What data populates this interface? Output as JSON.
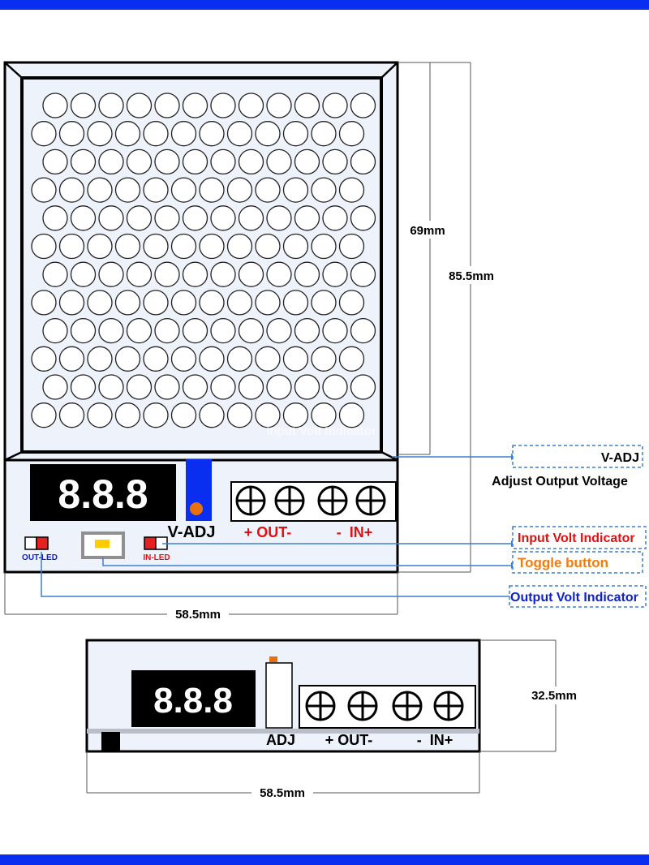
{
  "seven_segment_text": "8.8.8",
  "front_view": {
    "pot_label": "V-ADJ",
    "out_terminal_label": "+ OUT-",
    "in_terminal_label": "-  IN+",
    "out_led_label": "OUT-LED",
    "in_led_label": "IN-LED",
    "watermark": "Input Volt Indicator",
    "grille": {
      "rows": 12,
      "cols": 12
    }
  },
  "side_view": {
    "pot_label": "ADJ",
    "out_terminal_label": "+ OUT-",
    "in_terminal_label": "-  IN+"
  },
  "dimensions": {
    "front_inner_height": "69mm",
    "front_total_height": "85.5mm",
    "front_width": "58.5mm",
    "side_height": "32.5mm",
    "side_width": "58.5mm"
  },
  "callouts": {
    "vadj_box": "V-ADJ",
    "vadj_desc": "Adjust Output Voltage",
    "input_indicator": "Input Volt Indicator",
    "toggle": "Toggle button",
    "output_indicator": "Output Volt Indicator"
  },
  "colors": {
    "frame_blue": "#0a2ef0",
    "panel_fill": "#eef2fb",
    "display_bg": "#000000",
    "led_red": "#e82020",
    "toggle_yellow": "#ffcc00",
    "callout_red": "#e31010",
    "callout_orange": "#f07c10",
    "callout_blue": "#1020c8",
    "leader_blue": "#3d7fd0"
  }
}
